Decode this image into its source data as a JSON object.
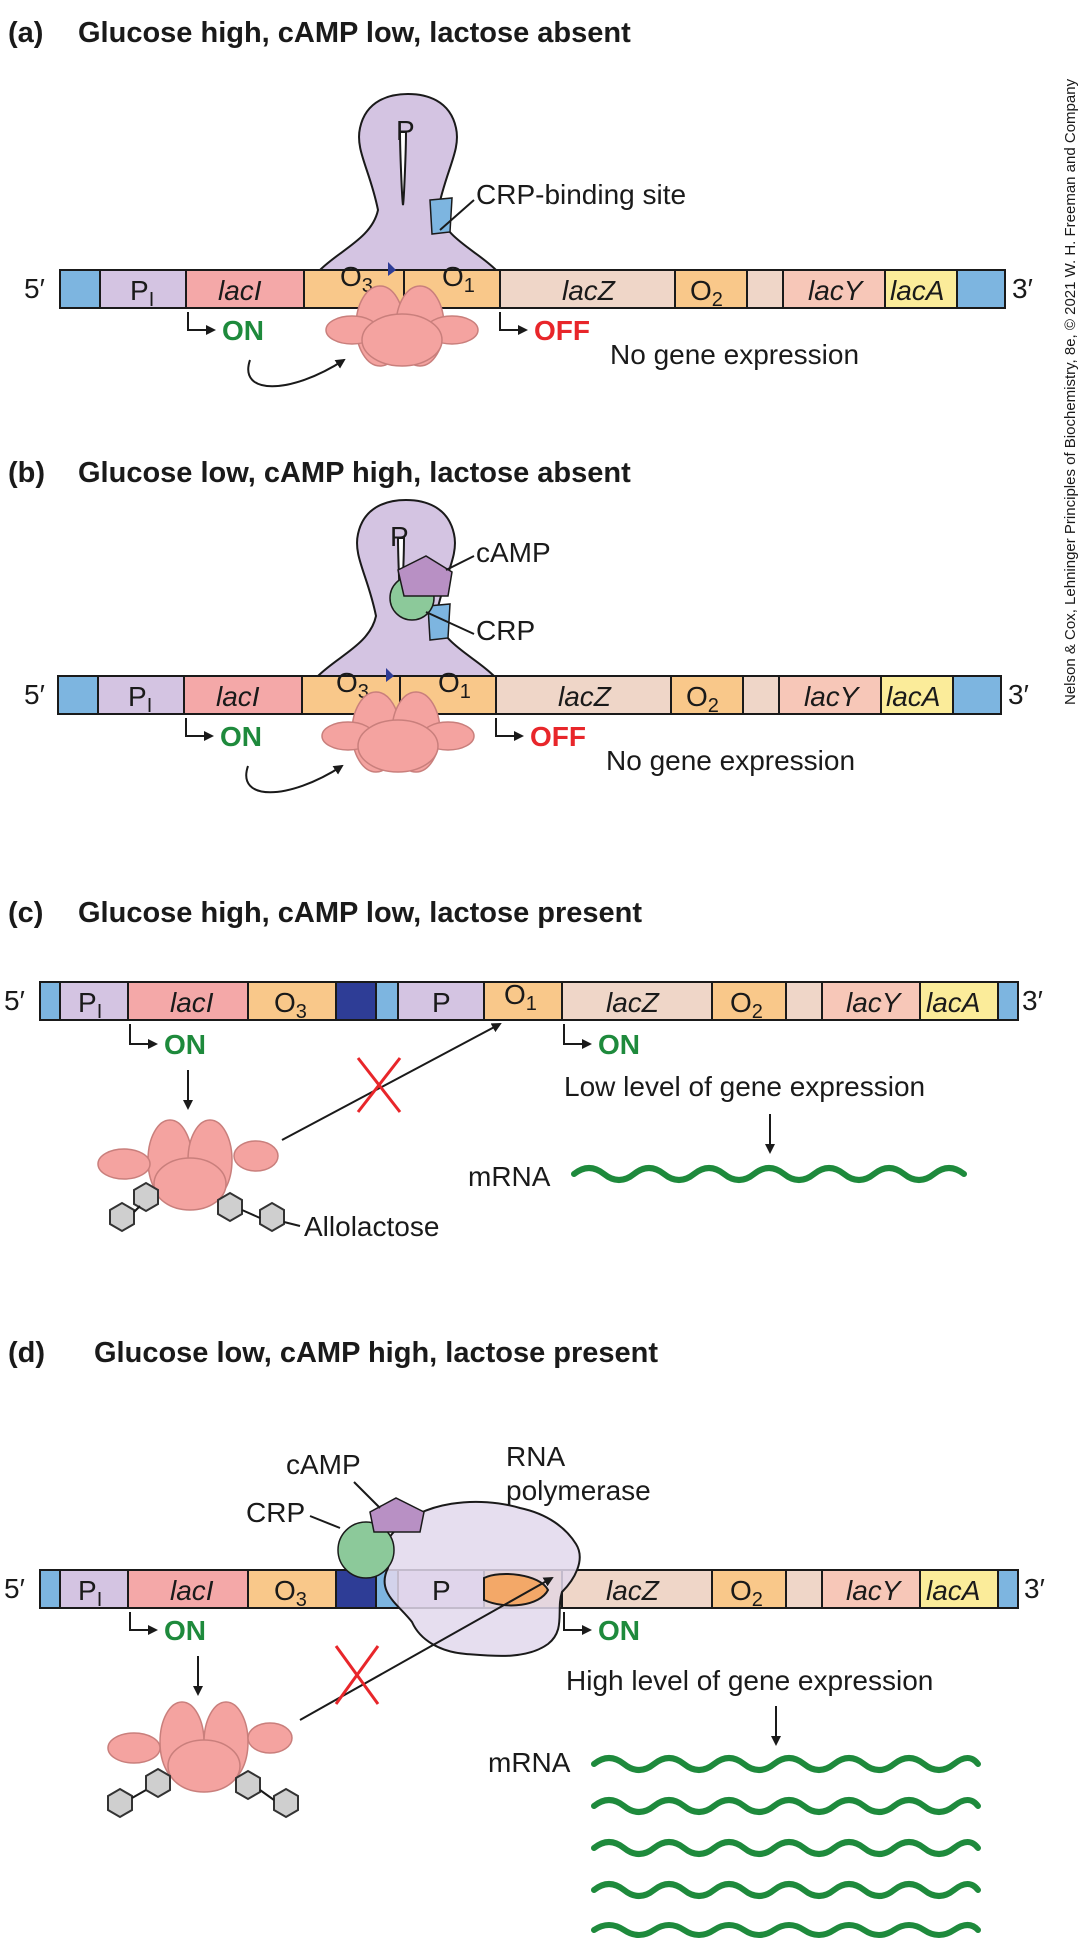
{
  "credit": "Nelson & Cox, Lehninger Principles of Biochemistry, 8e, © 2021 W. H. Freeman and Company",
  "colors": {
    "end_blue": "#7db5e0",
    "p_purple": "#d4c4e2",
    "laci_pink": "#f4a8a8",
    "operator_orange": "#f9c88a",
    "lacz_beige": "#efd6c8",
    "lacy_pink": "#f7c7b8",
    "laca_yellow": "#fbec9a",
    "crp_green": "#8cc99a",
    "camp_purple": "#b890c4",
    "dark_blue": "#2e3d96",
    "on_green": "#1e8a3c",
    "off_red": "#e8262a",
    "rnap_lavender": "#e2d8ec"
  },
  "panels": {
    "a": {
      "letter": "(a)",
      "title": "Glucose high, cAMP low, lactose absent",
      "five": "5′",
      "three": "3′",
      "pi": "P",
      "pi_sub": "I",
      "laci": "lacI",
      "o3": "O",
      "o3_sub": "3",
      "o1": "O",
      "o1_sub": "1",
      "lacz": "lacZ",
      "o2": "O",
      "o2_sub": "2",
      "lacy": "lacY",
      "laca": "lacA",
      "p_loop": "P",
      "crp_site": "CRP-binding site",
      "on": "ON",
      "off": "OFF",
      "status": "No gene expression"
    },
    "b": {
      "letter": "(b)",
      "title": "Glucose low, cAMP high, lactose absent",
      "five": "5′",
      "three": "3′",
      "pi": "P",
      "pi_sub": "I",
      "laci": "lacI",
      "o3": "O",
      "o3_sub": "3",
      "o1": "O",
      "o1_sub": "1",
      "lacz": "lacZ",
      "o2": "O",
      "o2_sub": "2",
      "lacy": "lacY",
      "laca": "lacA",
      "p_loop": "P",
      "camp": "cAMP",
      "crp": "CRP",
      "on": "ON",
      "off": "OFF",
      "status": "No gene expression"
    },
    "c": {
      "letter": "(c)",
      "title": "Glucose high, cAMP low, lactose present",
      "five": "5′",
      "three": "3′",
      "pi": "P",
      "pi_sub": "I",
      "laci": "lacI",
      "o3": "O",
      "o3_sub": "3",
      "p": "P",
      "o1": "O",
      "o1_sub": "1",
      "lacz": "lacZ",
      "o2": "O",
      "o2_sub": "2",
      "lacy": "lacY",
      "laca": "lacA",
      "on_left": "ON",
      "on_right": "ON",
      "level": "Low level of gene expression",
      "mrna": "mRNA",
      "allolactose": "Allolactose"
    },
    "d": {
      "letter": "(d)",
      "title": "Glucose low, cAMP high, lactose present",
      "five": "5′",
      "three": "3′",
      "pi": "P",
      "pi_sub": "I",
      "laci": "lacI",
      "o3": "O",
      "o3_sub": "3",
      "p": "P",
      "lacz": "lacZ",
      "o2": "O",
      "o2_sub": "2",
      "lacy": "lacY",
      "laca": "lacA",
      "camp": "cAMP",
      "crp": "CRP",
      "rnap_line1": "RNA",
      "rnap_line2": "polymerase",
      "on_left": "ON",
      "on_right": "ON",
      "level": "High level of gene expression",
      "mrna": "mRNA"
    }
  }
}
